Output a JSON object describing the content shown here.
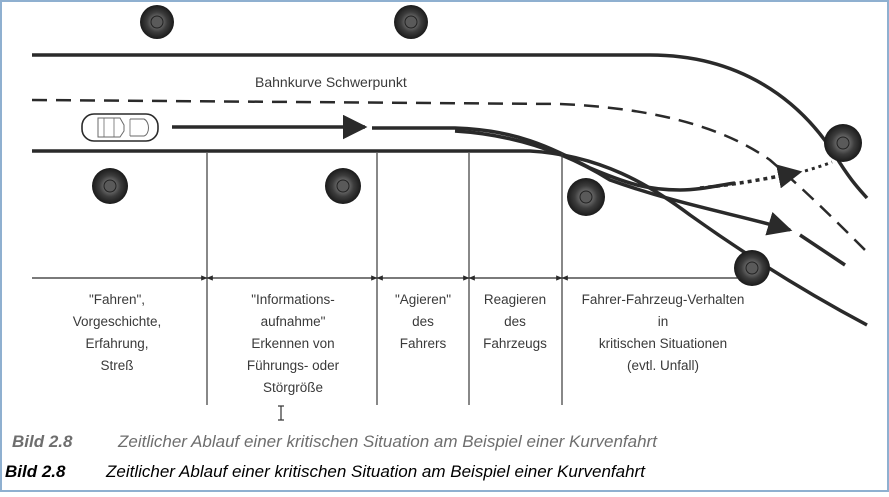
{
  "diagram": {
    "road_label": "Bahnkurve Schwerpunkt",
    "phases": [
      {
        "id": "fahren",
        "lines": [
          "\"Fahren\",",
          "Vorgeschichte,",
          "Erfahrung,",
          "Streß"
        ]
      },
      {
        "id": "information",
        "lines": [
          "\"Informations-",
          "aufnahme\"",
          "Erkennen von",
          "Führungs- oder",
          "Störgröße"
        ]
      },
      {
        "id": "agieren",
        "lines": [
          "\"Agieren\"",
          "des",
          "Fahrers"
        ]
      },
      {
        "id": "reagieren",
        "lines": [
          "Reagieren",
          "des",
          "Fahrzeugs"
        ]
      },
      {
        "id": "verhalten",
        "lines": [
          "Fahrer-Fahrzeug-Verhalten",
          "in",
          "kritischen Situationen",
          "(evtl. Unfall)"
        ]
      }
    ]
  },
  "captions": {
    "top": {
      "number": "Bild 2.8",
      "text": "Zeitlicher Ablauf einer kritischen Situation am Beispiel einer Kurvenfahrt"
    },
    "bottom": {
      "number": "Bild 2.8",
      "text": "Zeitlicher Ablauf einer kritischen Situation am Beispiel einer Kurvenfahrt"
    }
  }
}
